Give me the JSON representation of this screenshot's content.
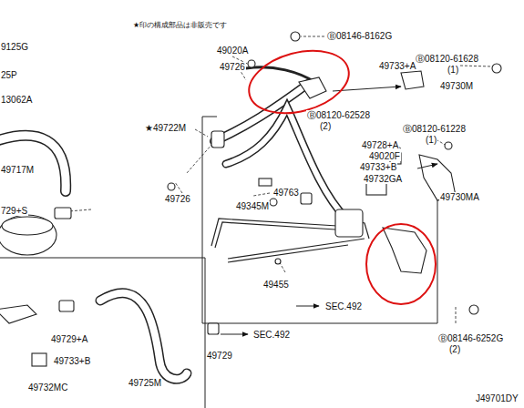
{
  "diagram": {
    "labels": [
      "★印の構成部品は非販売です",
      "9125G",
      "25P",
      "13062A",
      "49020A",
      "49726",
      "Ⓑ08146-8162G",
      "49733+A",
      "Ⓑ08120-61628",
      "(1)",
      "49730M",
      "★49722M",
      "Ⓑ08120-62528",
      "(2)",
      "Ⓑ08120-61228",
      "(1)",
      "49728+A",
      "49020F",
      "49733+B",
      "49732GA",
      "49730MA",
      "49717M",
      "49763",
      "49726",
      "49345M",
      "729+S",
      "49455",
      "SEC.492",
      "49729+A",
      "49733+B",
      "49732MC",
      "49725M",
      "49729",
      "SEC.492",
      "Ⓑ08146-6252G",
      "(2)",
      "J49701DY"
    ]
  }
}
